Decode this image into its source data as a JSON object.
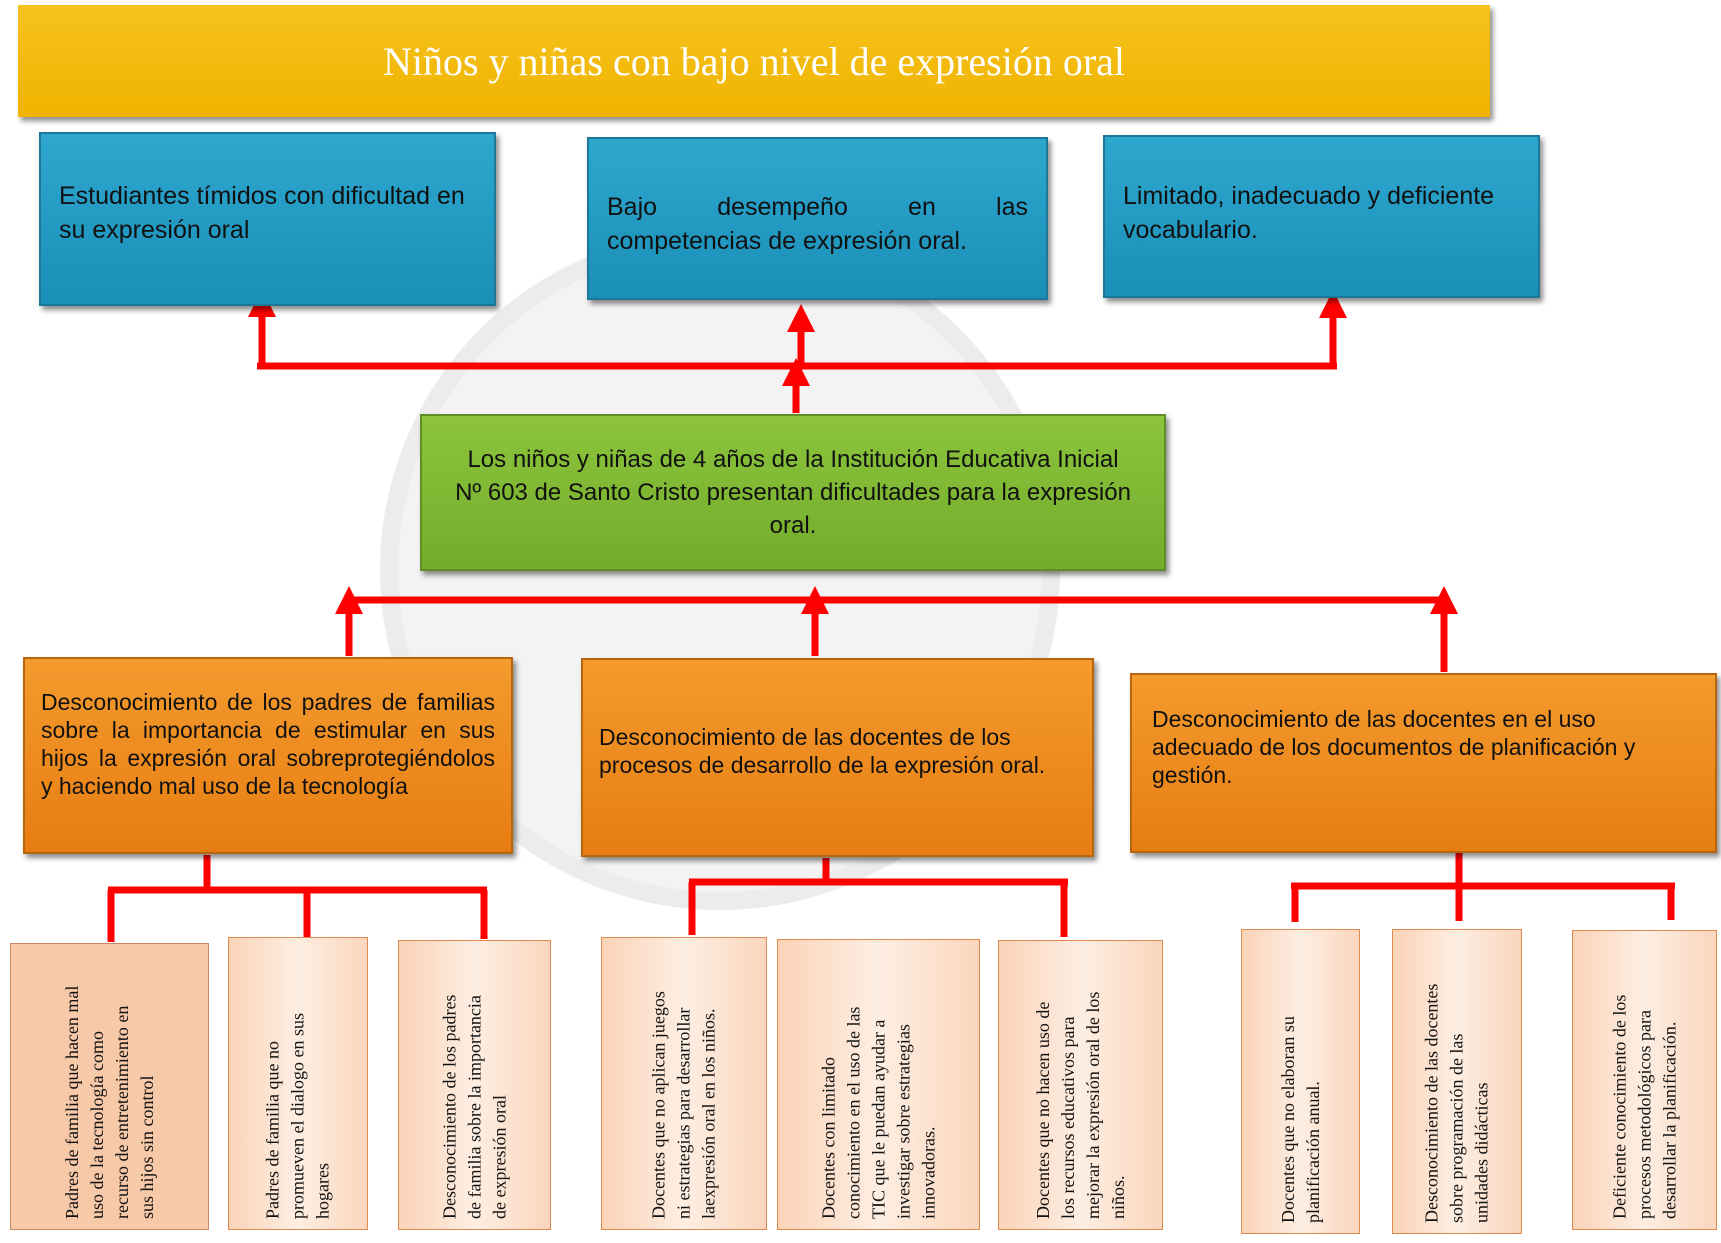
{
  "title": "Niños y niñas con bajo nivel de expresión oral",
  "effects": [
    "Estudiantes tímidos con dificultad en su expresión oral",
    "Bajo desempeño en las competencias de expresión oral.",
    "Limitado, inadecuado y deficiente vocabulario."
  ],
  "central_problem": "Los niños y niñas de 4 años de la Institución Educativa Inicial Nº 603 de Santo Cristo presentan dificultades para la expresión oral.",
  "causes": [
    "Desconocimiento de los padres de familias sobre la importancia de estimular en sus hijos la expresión oral sobreprotegiéndolos y haciendo mal uso de la tecnología",
    "Desconocimiento de las docentes de los procesos de desarrollo de la expresión oral.",
    "Desconocimiento de las docentes en el uso adecuado de los documentos de planificación y gestión."
  ],
  "sub_causes": [
    "Padres de familia que hacen mal uso de la tecnología como recurso de entretenimiento en sus hijos sin control",
    "Padres de familia que no promueven el dialogo en sus hogares",
    "Desconocimiento de los padres de familia sobre la importancia de expresión oral",
    "Docentes que no aplican juegos ni estrategias para desarrollar laexpresión oral en los niños.",
    "Docentes con limitado conocimiento en el uso de las TIC que le puedan ayudar a investigar sobre estrategias innovadoras.",
    "Docentes  que no hacen uso de los recursos educativos para mejorar la expresión oral de los niños.",
    "Docentes que no elaboran su planificación anual.",
    "Desconocimiento de las docentes sobre programación de las unidades didácticas",
    "Deficiente conocimiento de los procesos metodológicos para desarrollar la planificación."
  ],
  "colors": {
    "title_fill": "#f0b400",
    "effect_fill": "#1a8fb8",
    "problem_fill": "#73ac2c",
    "cause_fill": "#e77d12",
    "sub_cause_fill": "#fbd3b8",
    "connector": "#ff0000"
  }
}
